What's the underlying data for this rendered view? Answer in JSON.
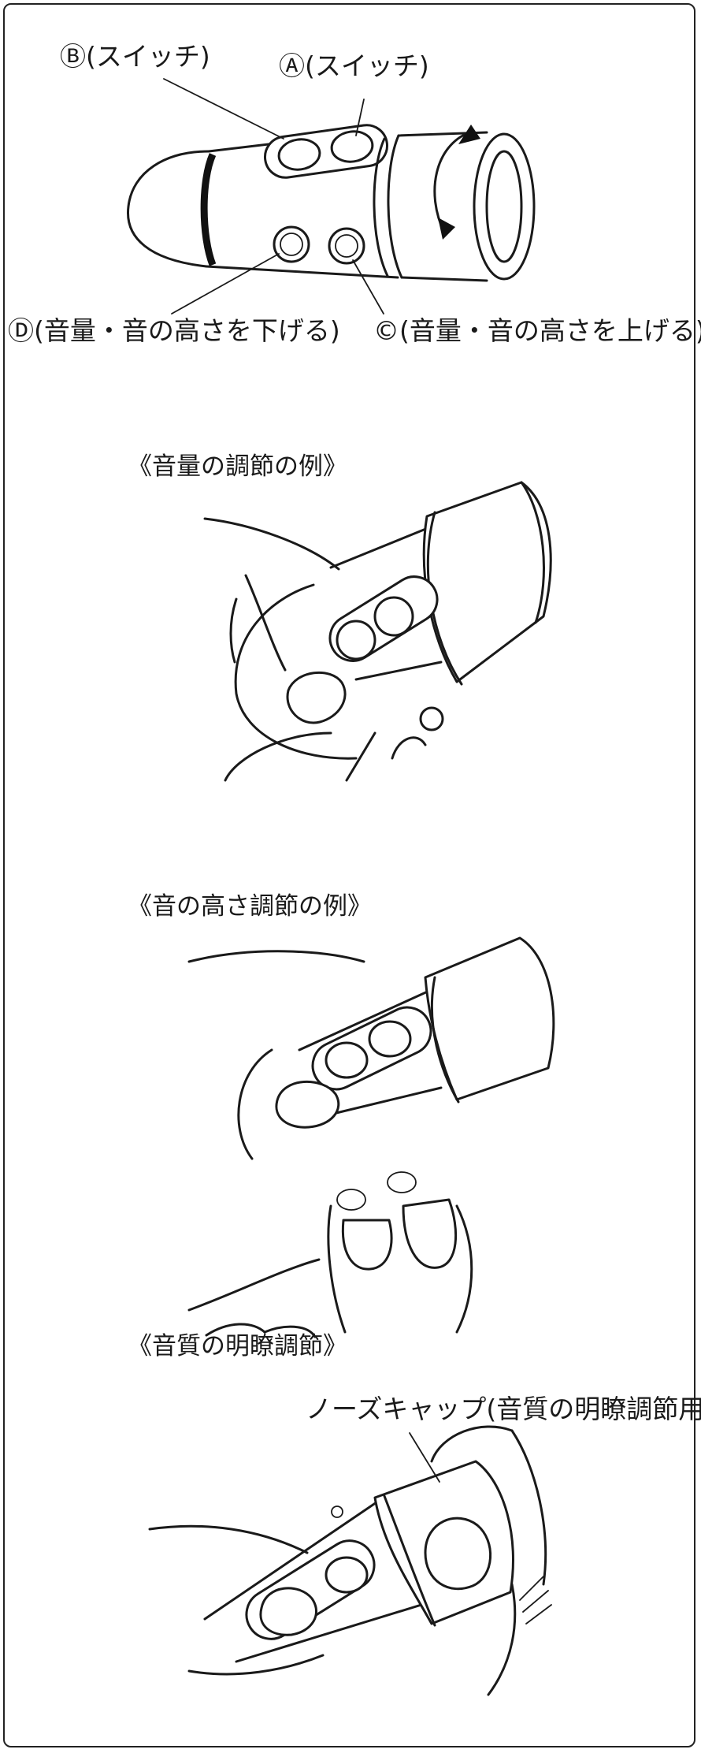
{
  "labels": {
    "switch_b": "Ⓑ(スイッチ)",
    "switch_a": "Ⓐ(スイッチ)",
    "button_d": "Ⓓ(音量・音の高さを下げる)",
    "button_c": "©(音量・音の高さを上げる)"
  },
  "sections": {
    "volume_example": "《音量の調節の例》",
    "pitch_example": "《音の高さ調節の例》",
    "clarity": "《音質の明瞭調節》"
  },
  "nose_cap_label": "ノーズキャップ(音質の明瞭調節用)"
}
